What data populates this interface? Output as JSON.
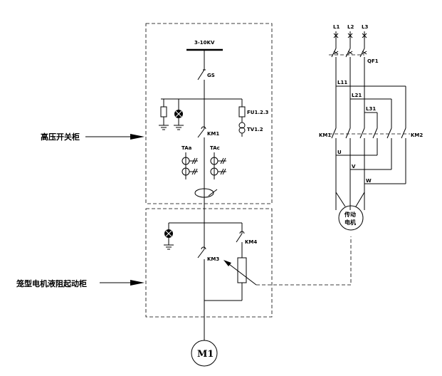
{
  "labels": {
    "busbar_voltage": "3-10KV",
    "isolator": "GS",
    "fuse": "FU1.2.3",
    "vt": "TV1.2",
    "contactor1": "KM1",
    "ct_a": "TAa",
    "ct_c": "TAc",
    "km3": "KM3",
    "km4": "KM4",
    "motor_m1": "M1",
    "cabinet_hv": "高压开关柜",
    "cabinet_starter": "笼型电机液阻起动柜",
    "phase_l1": "L1",
    "phase_l2": "L2",
    "phase_l3": "L3",
    "breaker": "QF1",
    "line_l11": "L11",
    "line_l21": "L21",
    "line_l31": "L31",
    "right_km1": "KM1",
    "right_km2": "KM2",
    "phase_u": "U",
    "phase_v": "V",
    "phase_w": "W",
    "transmission_motor_line1": "传动",
    "transmission_motor_line2": "电机"
  },
  "icons": {
    "arrow_to_hv": "arrow-right-icon",
    "arrow_to_starter": "arrow-right-icon",
    "motor": "motor-circle-icon",
    "ground": "ground-icon",
    "lamp": "indicator-lamp-icon",
    "resistor": "liquid-resistor-icon"
  },
  "colors": {
    "line": "#000000",
    "background": "#ffffff"
  }
}
